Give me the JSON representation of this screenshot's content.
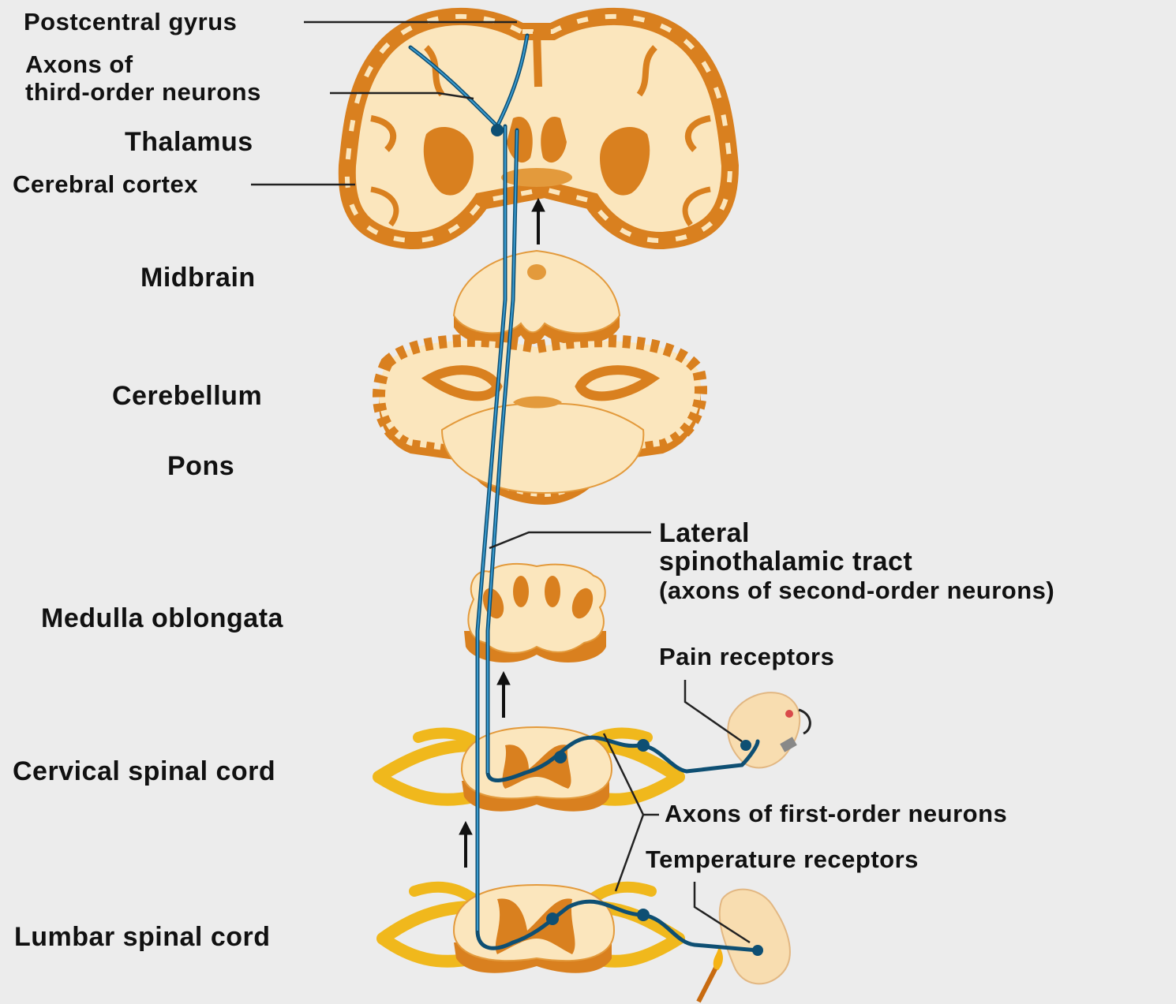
{
  "labels": {
    "postcentral_gyrus": "Postcentral gyrus",
    "axons_third_order": [
      "Axons of",
      "third-order neurons"
    ],
    "thalamus": "Thalamus",
    "cerebral_cortex": "Cerebral cortex",
    "midbrain": "Midbrain",
    "cerebellum": "Cerebellum",
    "pons": "Pons",
    "lateral_spinothalamic": [
      "Lateral",
      "spinothalamic tract",
      "(axons of second-order neurons)"
    ],
    "medulla_oblongata": "Medulla oblongata",
    "pain_receptors": "Pain receptors",
    "cervical_spinal_cord": "Cervical spinal cord",
    "axons_first_order": "Axons of first-order neurons",
    "temperature_receptors": "Temperature receptors",
    "lumbar_spinal_cord": "Lumbar spinal cord"
  },
  "colors": {
    "background": "#ececec",
    "tissue": "#fbe6bd",
    "gray_matter": "#d9801f",
    "nerve": "#f0b81c",
    "tract": "#0e4f73"
  }
}
